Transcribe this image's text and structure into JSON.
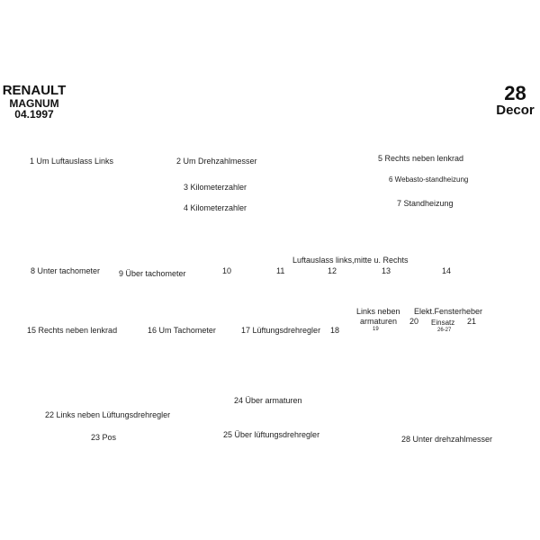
{
  "header": {
    "brand": "RENAULT",
    "model": "MAGNUM",
    "date": "04.1997",
    "piece_count": "28",
    "piece_label": "Decor"
  },
  "parts": [
    {
      "no": "1",
      "label": "1 Um Luftauslass Links"
    },
    {
      "no": "2",
      "label": "2  Um Drehzahlmesser"
    },
    {
      "no": "3",
      "label": "3  Kilometerzahler"
    },
    {
      "no": "4",
      "label": "4  Kilometerzahler"
    },
    {
      "no": "5",
      "label": "5  Rechts neben lenkrad"
    },
    {
      "no": "6",
      "label": "6 Webasto-standheizung"
    },
    {
      "no": "7",
      "label": "7  Standheizung"
    },
    {
      "no": "8",
      "label": "8  Unter tachometer"
    },
    {
      "no": "9",
      "label": "9  Über tachometer"
    },
    {
      "no": "10",
      "label": "10"
    },
    {
      "no": "11",
      "label": "11"
    },
    {
      "no": "12",
      "label": "12"
    },
    {
      "no": "13",
      "label": "13"
    },
    {
      "no": "14",
      "label": "14"
    },
    {
      "no": "15",
      "label": "15  Rechts neben lenkrad"
    },
    {
      "no": "16",
      "label": "16  Um Tachometer"
    },
    {
      "no": "17",
      "label": "17  Lüftungsdrehregler"
    },
    {
      "no": "18",
      "label": "18"
    },
    {
      "no": "19",
      "label": "19"
    },
    {
      "no": "20",
      "label": "20"
    },
    {
      "no": "21",
      "label": "21"
    },
    {
      "no": "22",
      "label": "22 Links neben Lüftungsdrehregler"
    },
    {
      "no": "23",
      "label": "23 Pos"
    },
    {
      "no": "24",
      "label": "24  Über armaturen"
    },
    {
      "no": "25",
      "label": "25  Über lüftungsdrehregler"
    },
    {
      "no": "26-27",
      "label": "26-27"
    },
    {
      "no": "28",
      "label": "28 Unter drehzahlmesser"
    }
  ],
  "group_labels": {
    "vents": "Luftauslass links,mitte u. Rechts",
    "left_of_gauges_line1": "Links neben",
    "left_of_gauges_line2": "armaturen",
    "window_lifter": "Elekt.Fensterheber",
    "insert": "Einsatz"
  },
  "colors": {
    "part_fill": "#0a0a0a",
    "background": "#ffffff",
    "text": "#222222"
  }
}
